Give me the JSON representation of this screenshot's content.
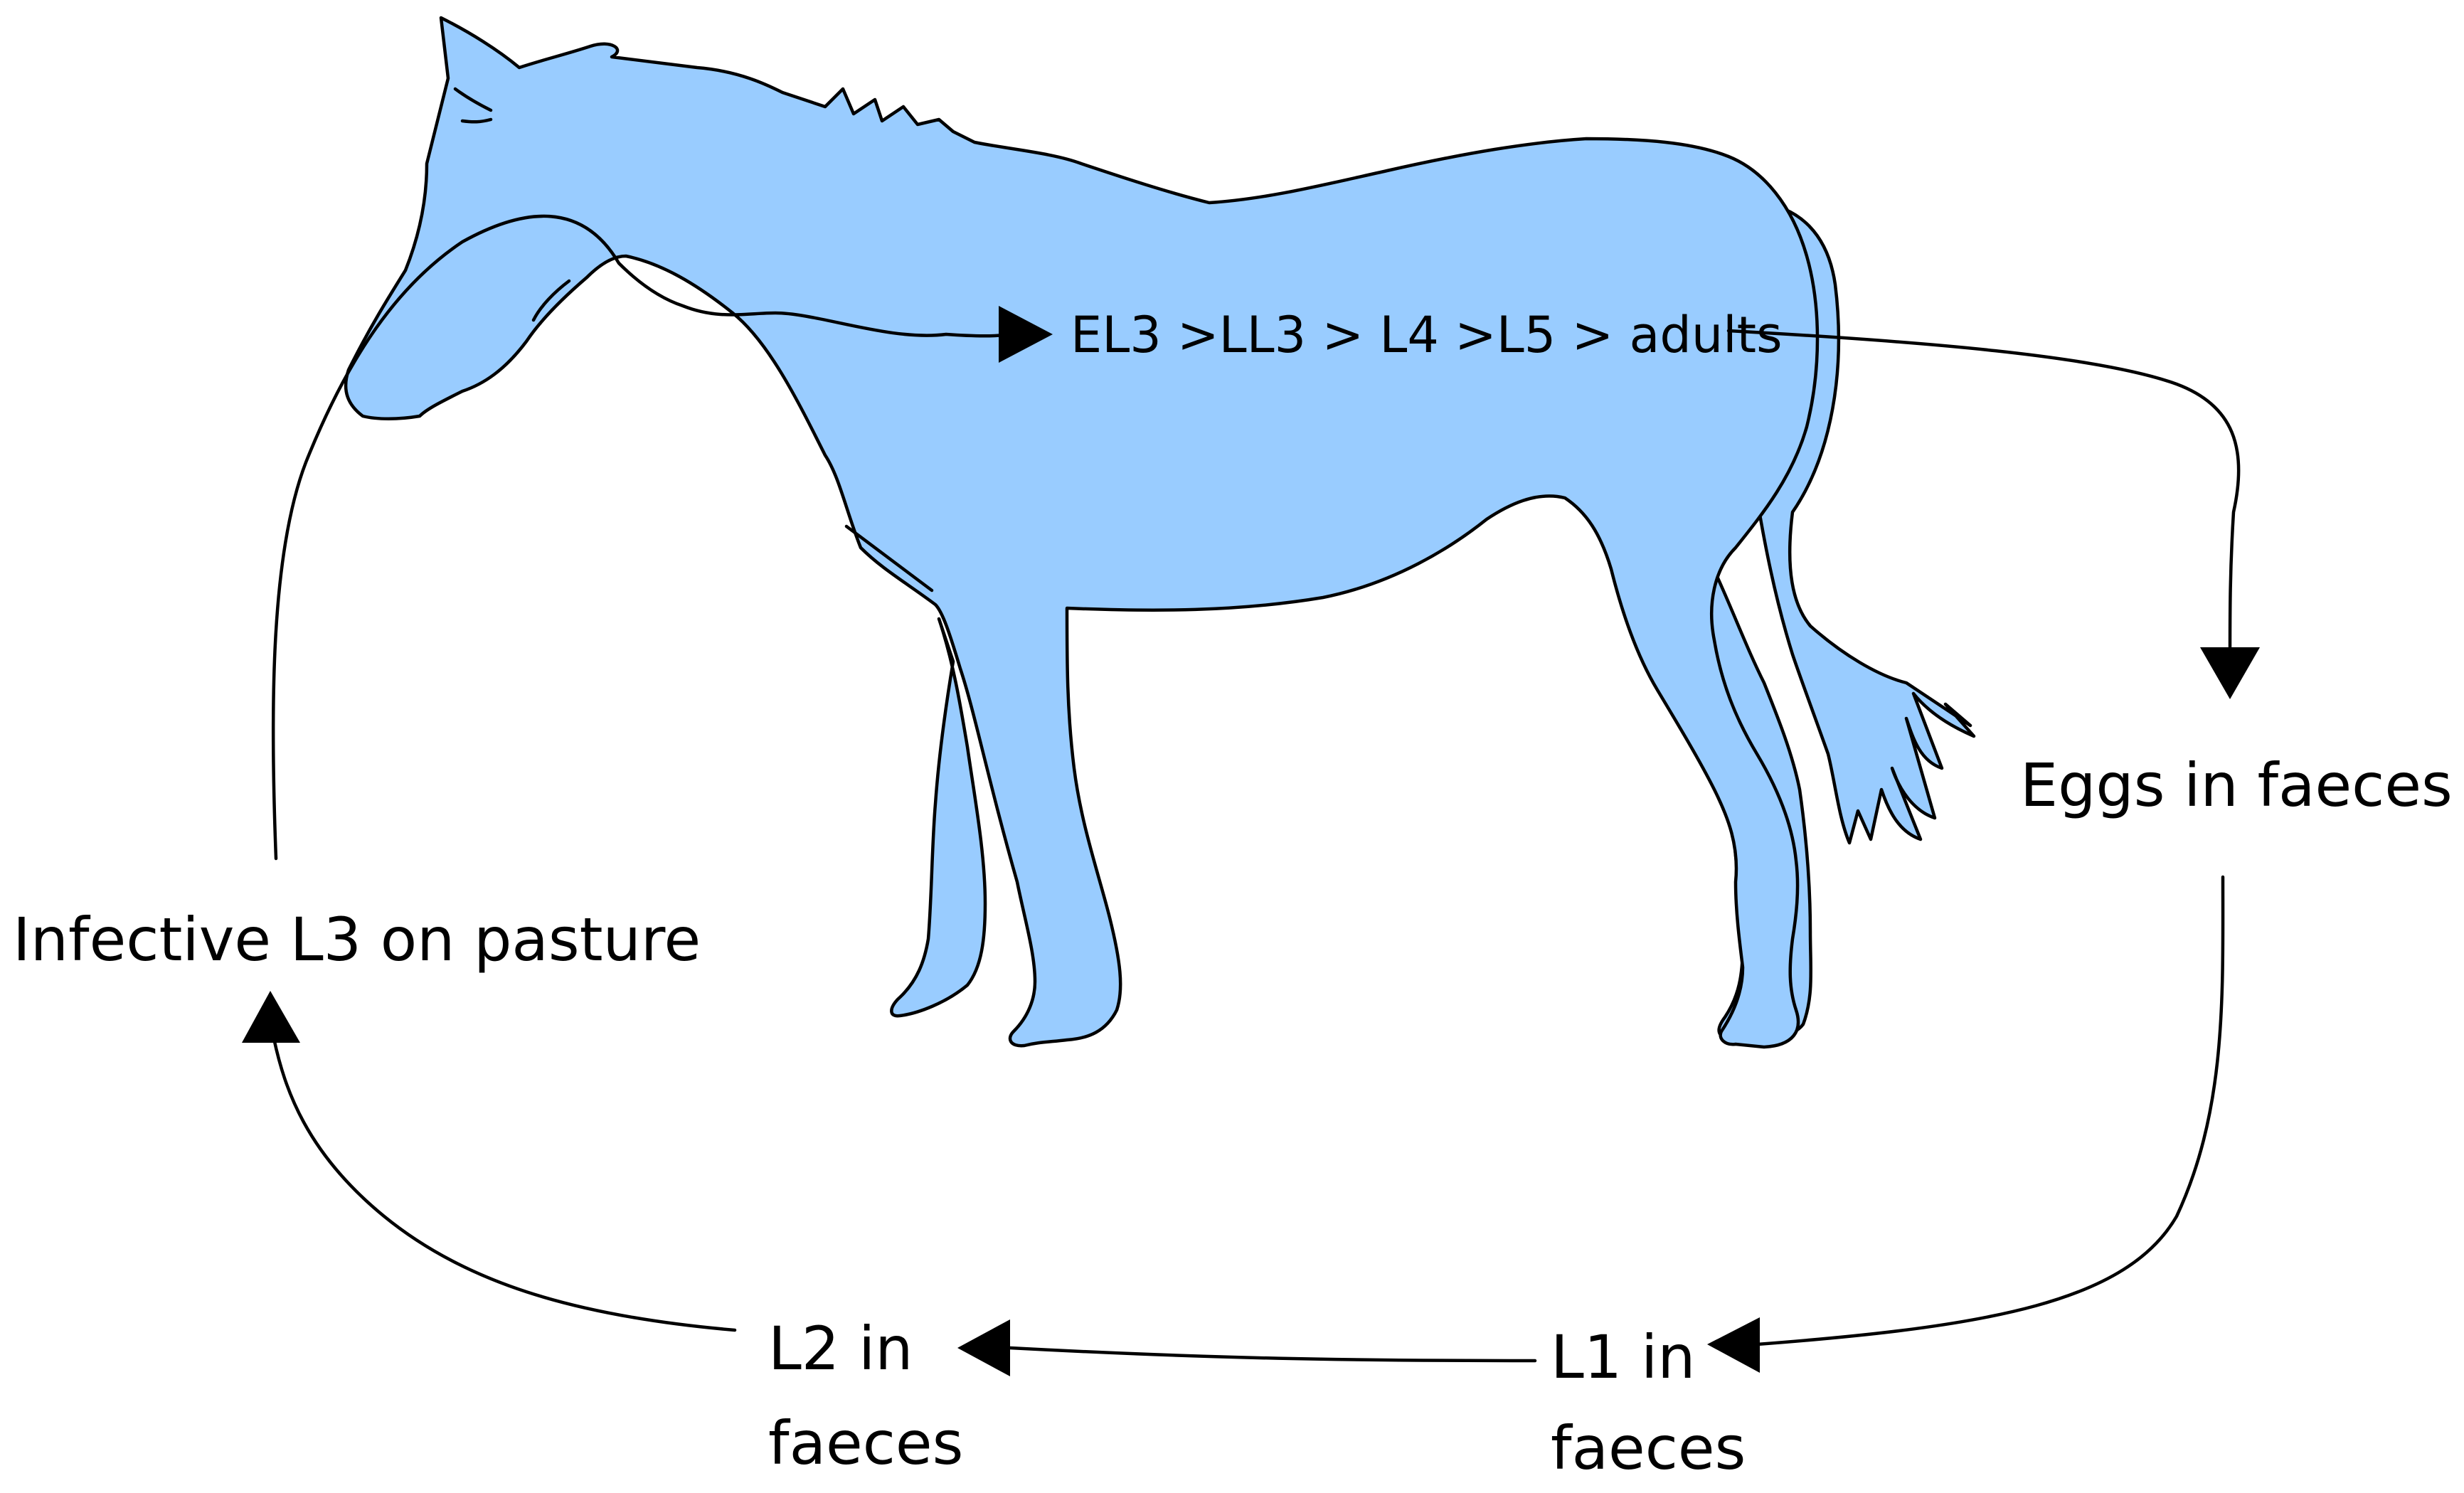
{
  "colors": {
    "horse_fill": "#99ccff",
    "outline": "#000000",
    "background": "#ffffff"
  },
  "labels": {
    "internal_stages": "EL3 >LL3 > L4 >L5 > adults",
    "eggs": "Eggs in faeces",
    "l1_line1": "L1 in",
    "l1_line2": "faeces",
    "l2_line1": "L2 in",
    "l2_line2": "faeces",
    "infective": "Infective L3 on pasture"
  }
}
